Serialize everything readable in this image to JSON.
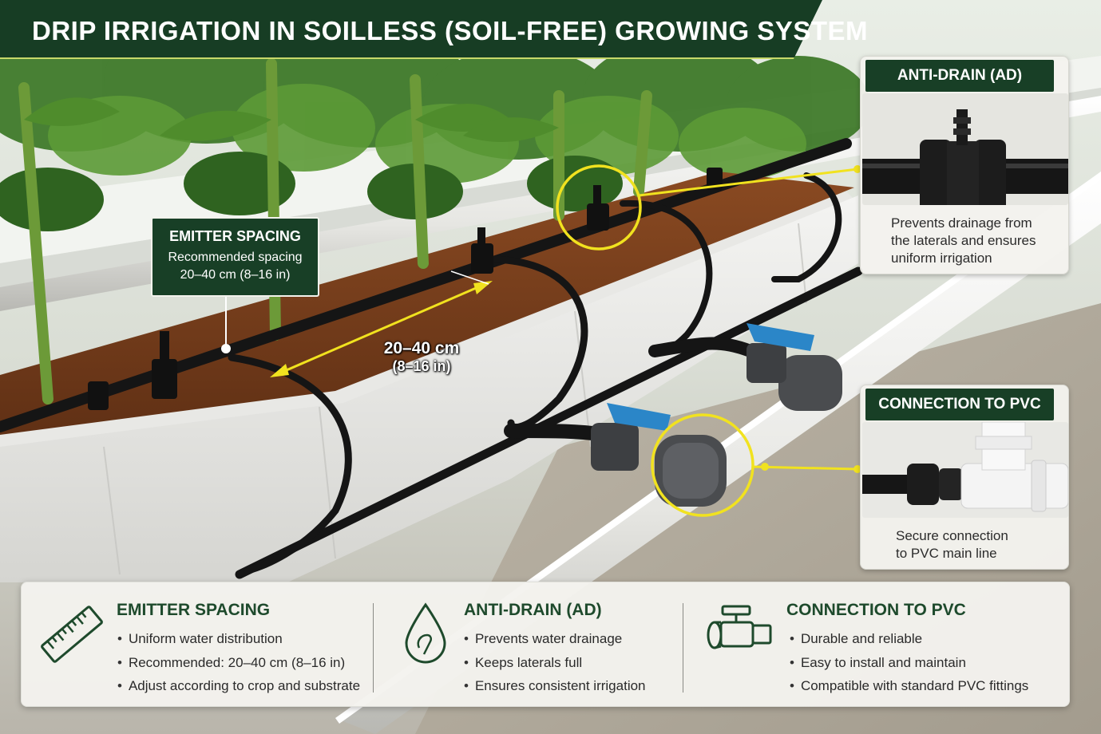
{
  "title": "DRIP IRRIGATION IN SOILLESS (SOIL-FREE) GROWING SYSTEM",
  "callout_spacing": {
    "heading": "EMITTER SPACING",
    "line1": "Recommended spacing",
    "line2": "20–40 cm (8–16 in)"
  },
  "dimension": {
    "line1": "20–40 cm",
    "line2": "(8–16 in)"
  },
  "anti_drain_panel": {
    "heading": "ANTI-DRAIN (AD)",
    "text": [
      "Prevents drainage from",
      "the laterals and ensures",
      "uniform irrigation"
    ]
  },
  "pvc_panel": {
    "heading": "CONNECTION TO PVC",
    "text": [
      "Secure connection",
      "to PVC main line"
    ]
  },
  "features": [
    {
      "title": "EMITTER SPACING",
      "icon": "ruler-icon",
      "items": [
        "Uniform water distribution",
        "Recommended: 20–40 cm (8–16 in)",
        "Adjust according to crop and substrate"
      ]
    },
    {
      "title": "ANTI-DRAIN (AD)",
      "icon": "water-drop-icon",
      "items": [
        "Prevents water drainage",
        "Keeps laterals full",
        "Ensures consistent irrigation"
      ]
    },
    {
      "title": "CONNECTION TO PVC",
      "icon": "faucet-pipe-icon",
      "items": [
        "Durable and reliable",
        "Easy to install and maintain",
        "Compatible with standard PVC fittings"
      ]
    }
  ],
  "colors": {
    "dark_green": "#183f26",
    "highlight_yellow": "#f1e21f",
    "soil": "#7a3f1f",
    "bag_white": "#ececea"
  }
}
